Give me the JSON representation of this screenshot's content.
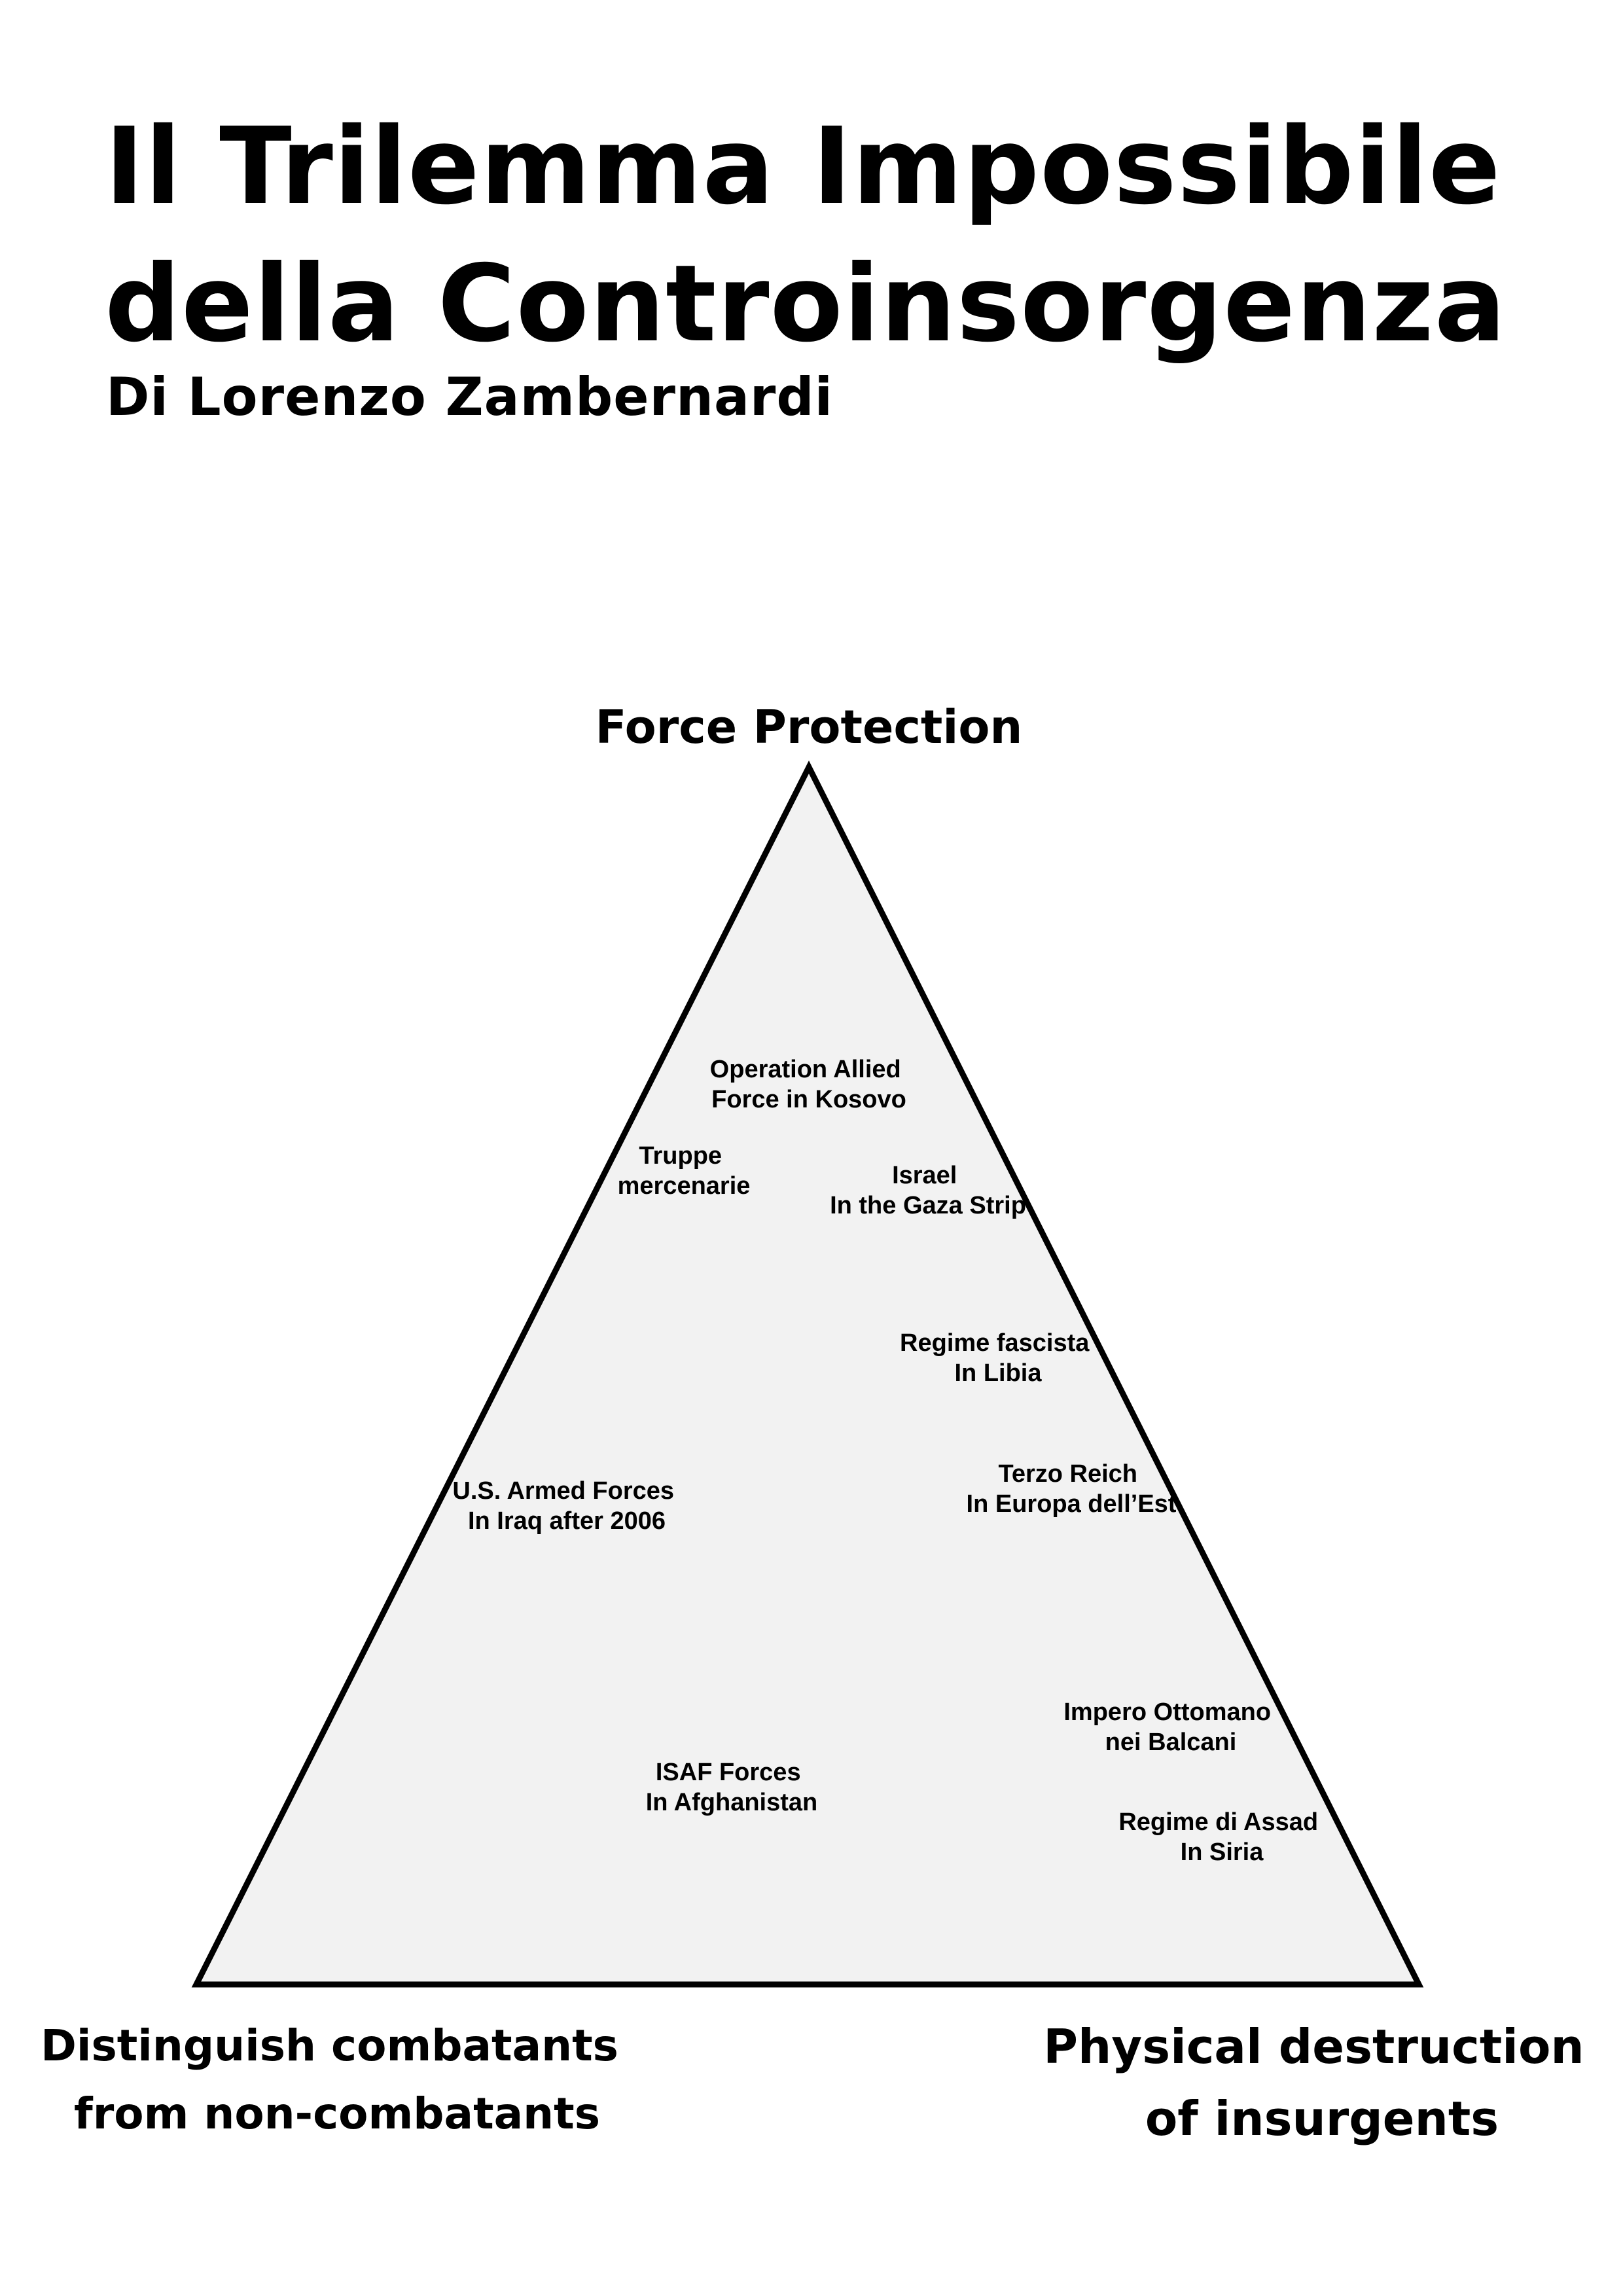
{
  "title": {
    "line1": "Il Trilemma Impossibile",
    "line2": "della Controinsorgenza"
  },
  "author": "Di Lorenzo Zambernardi",
  "vertices": {
    "top": "Force Protection",
    "bottom_left": [
      "Distinguish combatants",
      "from non-combatants"
    ],
    "bottom_right": [
      "Physical destruction",
      "of insurgents"
    ]
  },
  "cases": [
    {
      "id": "kosovo",
      "lines": [
        "Operation Allied",
        "Force in Kosovo"
      ]
    },
    {
      "id": "mercenarie",
      "lines": [
        "Truppe",
        "mercenarie"
      ]
    },
    {
      "id": "israel",
      "lines": [
        "Israel",
        "In the Gaza Strip"
      ]
    },
    {
      "id": "libia",
      "lines": [
        "Regime fascista",
        "In Libia"
      ]
    },
    {
      "id": "terzo-reich",
      "lines": [
        "Terzo Reich",
        "In Europa dell’Est"
      ]
    },
    {
      "id": "us-iraq",
      "lines": [
        "U.S. Armed Forces",
        "In Iraq after 2006"
      ]
    },
    {
      "id": "ottomano",
      "lines": [
        "Impero Ottomano",
        "nei Balcani"
      ]
    },
    {
      "id": "isaf",
      "lines": [
        "ISAF Forces",
        "In Afghanistan"
      ]
    },
    {
      "id": "assad",
      "lines": [
        "Regime di Assad",
        "In Siria"
      ]
    }
  ],
  "colors": {
    "triangle_fill": "#f2f2f2",
    "triangle_stroke": "#000000"
  }
}
